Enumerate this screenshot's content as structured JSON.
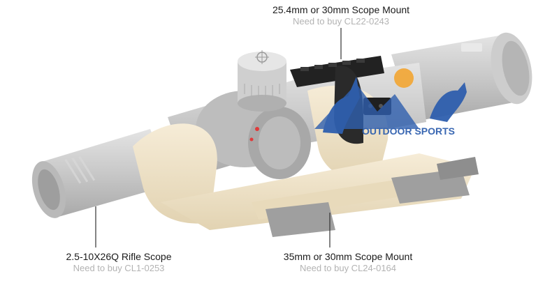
{
  "labels": {
    "top": {
      "title": "25.4mm or 30mm Scope Mount",
      "buy": "Need to buy CL22-0243"
    },
    "left": {
      "title": "2.5-10X26Q Rifle Scope",
      "buy": "Need to buy CL1-0253"
    },
    "right": {
      "title": "35mm or 30mm Scope Mount",
      "buy": "Need to buy CL24-0164"
    }
  },
  "watermark": {
    "text": "OUTDOOR SPORTS"
  },
  "colors": {
    "scope_gray": "#c9c9c9",
    "mount_tan": "#efe3c8",
    "mount_dark": "#222222",
    "watermark_blue": "#2f5fae",
    "watermark_sun": "#f2a93b",
    "leader_line": "#333333"
  }
}
